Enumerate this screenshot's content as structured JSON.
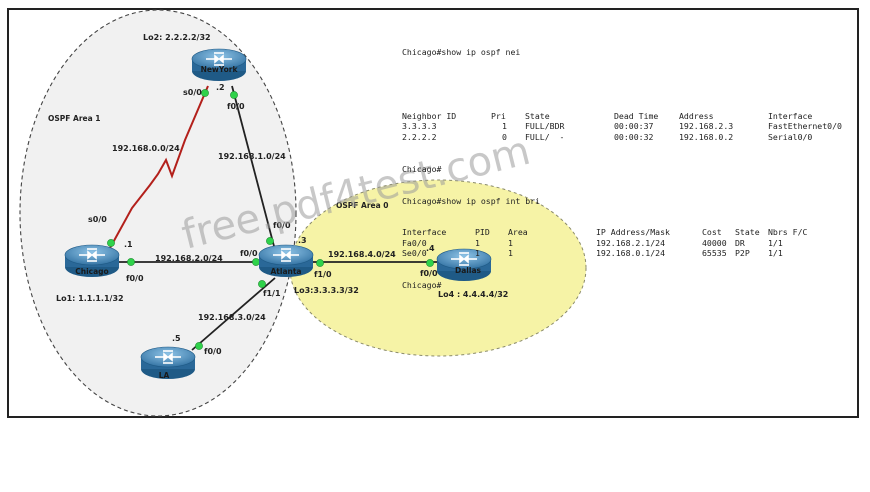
{
  "areas": {
    "area1": "OSPF Area 1",
    "area0": "OSPF Area 0"
  },
  "routers": {
    "newyork": {
      "name": "NewYork",
      "loopback": "Lo2: 2.2.2.2/32"
    },
    "chicago": {
      "name": "Chicago",
      "loopback": "Lo1: 1.1.1.1/32"
    },
    "atlanta": {
      "name": "Atlanta",
      "loopback": "Lo3:3.3.3.3/32"
    },
    "dallas": {
      "name": "Dallas",
      "loopback": "Lo4 : 4.4.4.4/32"
    },
    "la": {
      "name": "LA"
    }
  },
  "links": {
    "chi_ny": {
      "network": "192.168.0.0/24"
    },
    "ny_atl": {
      "network": "192.168.1.0/24"
    },
    "chi_atl": {
      "network": "192.168.2.0/24"
    },
    "atl_dal": {
      "network": "192.168.4.0/24"
    },
    "atl_la": {
      "network": "192.168.3.0/24"
    }
  },
  "interfaces": {
    "ny_s0": "s0/0",
    "ny_s0_host": ".2",
    "ny_f0": "f0/0",
    "chi_s0": "s0/0",
    "chi_host": ".1",
    "chi_f0": "f0/0",
    "atl_f0": "f0/0",
    "atl_f00": "f0/0",
    "atl_host": ".3",
    "atl_f10": "f1/0",
    "atl_f11": "f1/1",
    "dal_host": ".4",
    "dal_f0": "f0/0",
    "la_host": ".5",
    "la_f0": "f0/0"
  },
  "watermark": "free.pdf4test.com",
  "cli": {
    "prompt1": "Chicago#show ip ospf nei",
    "nei_headers": [
      "Neighbor ID",
      "Pri",
      "State",
      "Dead Time",
      "Address",
      "Interface"
    ],
    "nei_rows": [
      [
        "3.3.3.3",
        "1",
        "FULL/BDR",
        "00:00:37",
        "192.168.2.3",
        "FastEthernet0/0"
      ],
      [
        "2.2.2.2",
        "0",
        "FULL/  -",
        "00:00:32",
        "192.168.0.2",
        "Serial0/0"
      ]
    ],
    "prompt2": "Chicago#",
    "prompt3": "Chicago#show ip ospf int bri",
    "int_headers": [
      "Interface",
      "PID",
      "Area",
      "IP Address/Mask",
      "Cost",
      "State",
      "Nbrs F/C"
    ],
    "int_rows": [
      [
        "Fa0/0",
        "1",
        "1",
        "192.168.2.1/24",
        "40000",
        "DR",
        "1/1"
      ],
      [
        "Se0/0",
        "1",
        "1",
        "192.168.0.1/24",
        "65535",
        "P2P",
        "1/1"
      ]
    ],
    "prompt4": "Chicago#"
  },
  "colors": {
    "area0_fill": "#f6f3a6",
    "link_serial": "#b3201b",
    "link_ethernet": "#222222",
    "port_dot": "#2fd24a",
    "router_blue": "#2f6fa0"
  }
}
